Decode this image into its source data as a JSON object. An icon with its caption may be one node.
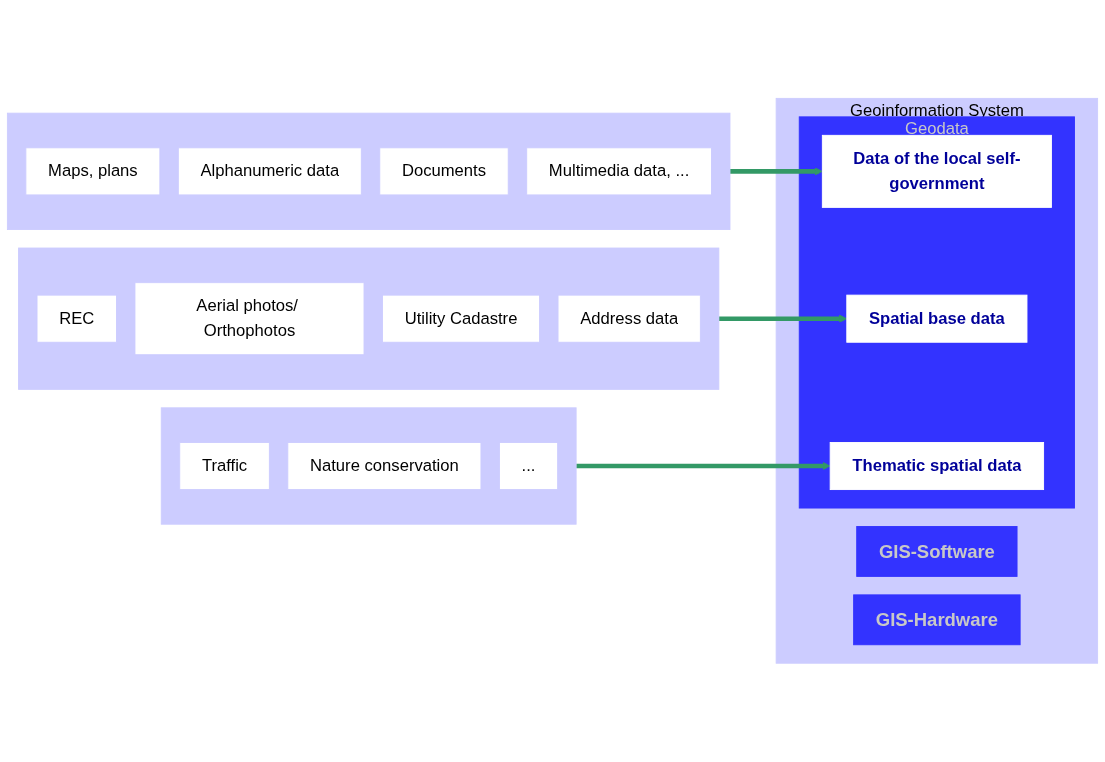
{
  "diagram": {
    "nodes": [
      {
        "text": [
          "Geoinformation System"
        ]
      },
      {
        "text": [
          "Geodata"
        ],
        "in": 0
      },
      {
        "text": [
          "Data of the local self-government"
        ],
        "in": 1
      },
      {
        "text": [
          "Spatial base data"
        ],
        "in": 1
      },
      {
        "text": [
          "Thematic spatial data"
        ],
        "in": 1
      },
      {
        "text": [
          "GIS-Software"
        ],
        "in": 0
      },
      {
        "text": [
          "GIS-Hardware"
        ],
        "in": 0
      },
      {
        "text": [],
        "shape": "box"
      },
      {
        "text": [
          "REC"
        ],
        "in": 7
      },
      {
        "text": [
          "Aerial photos/ Orthophotos"
        ],
        "in": 7
      },
      {
        "text": [
          "Utility Cadastre"
        ],
        "in": 7
      },
      {
        "text": [
          "Address data"
        ],
        "in": 7
      },
      {
        "text": [],
        "shape": "box"
      },
      {
        "text": [
          "Maps, plans"
        ],
        "in": 12
      },
      {
        "text": [
          "Alphanumeric data"
        ],
        "in": 12
      },
      {
        "text": [
          "Documents"
        ],
        "in": 12
      },
      {
        "text": [
          "Multimedia data, ..."
        ],
        "in": 12
      },
      {
        "text": [],
        "shape": "box"
      },
      {
        "text": [
          "Traffic"
        ],
        "in": 17
      },
      {
        "text": [
          "Nature conservation"
        ],
        "in": 17
      },
      {
        "text": [
          "..."
        ],
        "in": 17
      }
    ],
    "edges": [
      {
        "from": 7,
        "to": 3,
        "arrow": "to"
      },
      {
        "from": 12,
        "to": 2,
        "arrow": "to"
      },
      {
        "from": 17,
        "to": 4,
        "arrow": "to"
      }
    ]
  }
}
